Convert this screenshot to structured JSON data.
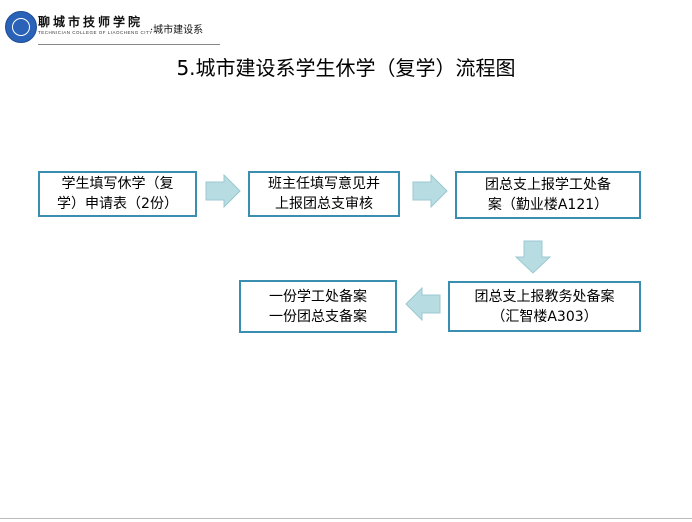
{
  "header": {
    "school_name": "聊城市技师学院",
    "school_name_en": "TECHNICIAN COLLEGE OF LIAOCHENG CITY",
    "department": "·城市建设系"
  },
  "title": "5.城市建设系学生休学（复学）流程图",
  "steps": [
    {
      "lines": [
        "学生填写休学（复",
        "学）申请表（2份）"
      ]
    },
    {
      "lines": [
        "班主任填写意见并",
        "上报团总支审核"
      ]
    },
    {
      "lines": [
        "团总支上报学工处备",
        "案（勤业楼A121）"
      ]
    },
    {
      "lines": [
        "团总支上报教务处备案",
        "（汇智楼A303）"
      ]
    },
    {
      "lines": [
        "一份学工处备案",
        "一份团总支备案"
      ]
    }
  ],
  "colors": {
    "box_border": "#3a8fb0",
    "arrow_fill": "#b7dde3",
    "arrow_stroke": "#9cc8d0"
  }
}
